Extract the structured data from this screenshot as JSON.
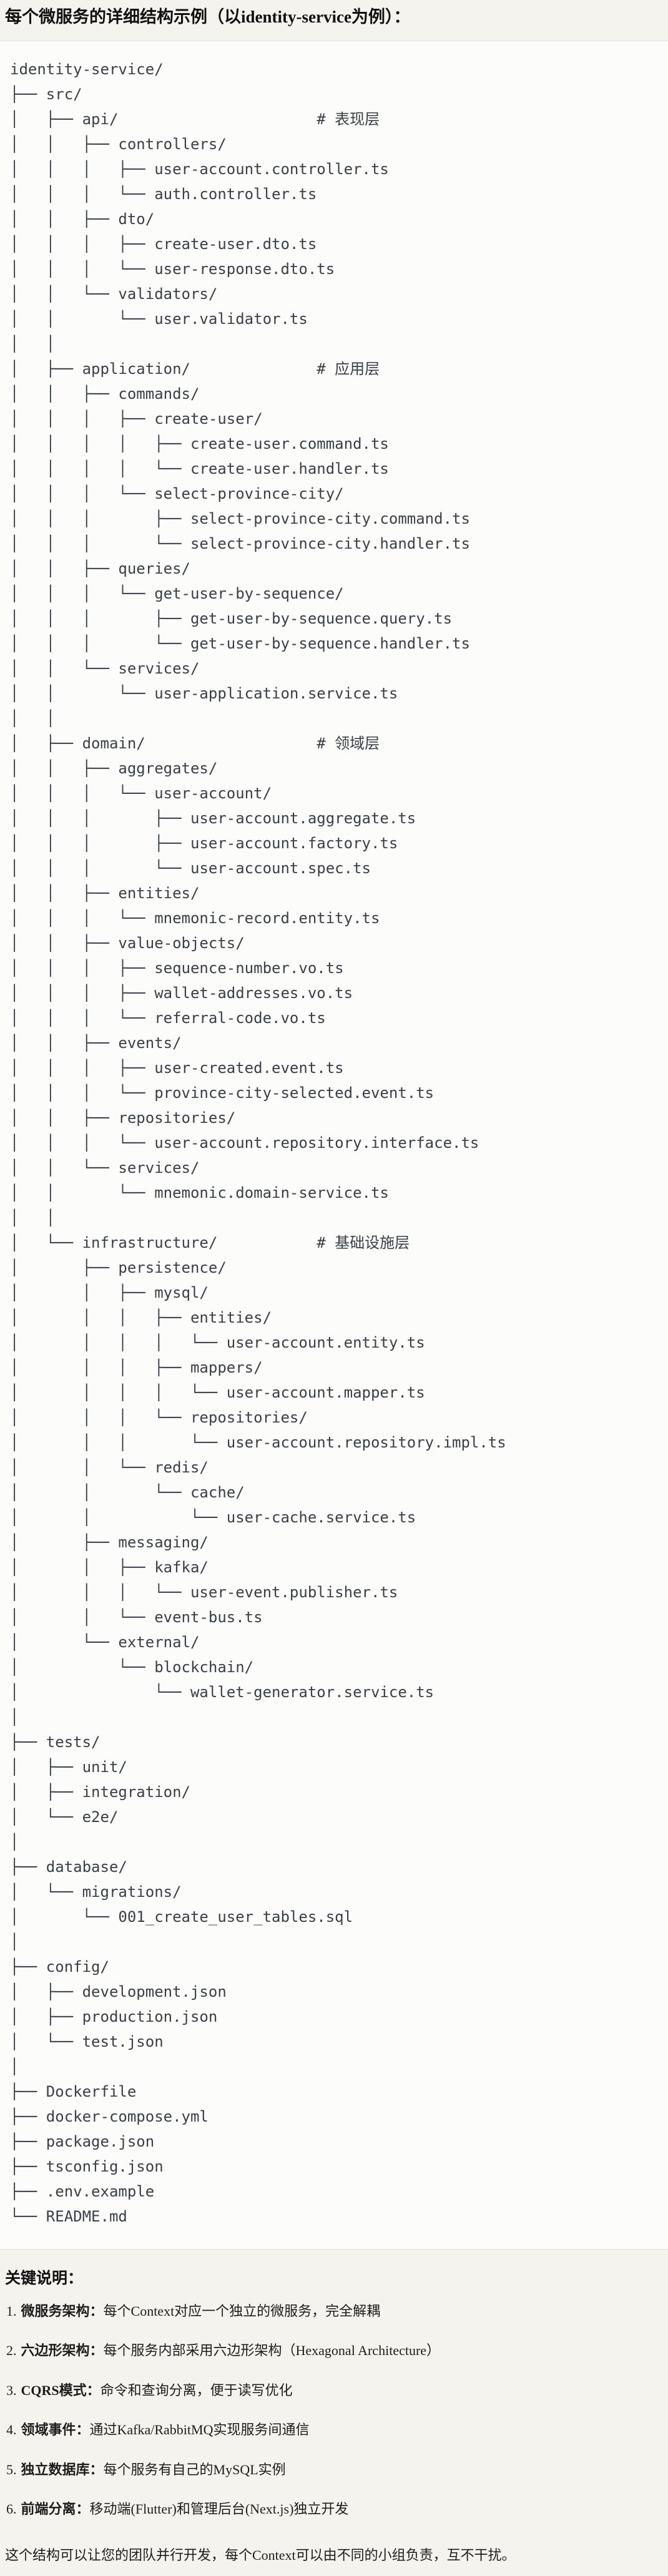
{
  "page": {
    "title": "每个微服务的详细结构示例（以identity-service为例）："
  },
  "code_block": {
    "lines": [
      "identity-service/",
      "├── src/",
      "│   ├── api/                      # 表现层",
      "│   │   ├── controllers/",
      "│   │   │   ├── user-account.controller.ts",
      "│   │   │   └── auth.controller.ts",
      "│   │   ├── dto/",
      "│   │   │   ├── create-user.dto.ts",
      "│   │   │   └── user-response.dto.ts",
      "│   │   └── validators/",
      "│   │       └── user.validator.ts",
      "│   │",
      "│   ├── application/              # 应用层",
      "│   │   ├── commands/",
      "│   │   │   ├── create-user/",
      "│   │   │   │   ├── create-user.command.ts",
      "│   │   │   │   └── create-user.handler.ts",
      "│   │   │   └── select-province-city/",
      "│   │   │       ├── select-province-city.command.ts",
      "│   │   │       └── select-province-city.handler.ts",
      "│   │   ├── queries/",
      "│   │   │   └── get-user-by-sequence/",
      "│   │   │       ├── get-user-by-sequence.query.ts",
      "│   │   │       └── get-user-by-sequence.handler.ts",
      "│   │   └── services/",
      "│   │       └── user-application.service.ts",
      "│   │",
      "│   ├── domain/                   # 领域层",
      "│   │   ├── aggregates/",
      "│   │   │   └── user-account/",
      "│   │   │       ├── user-account.aggregate.ts",
      "│   │   │       ├── user-account.factory.ts",
      "│   │   │       └── user-account.spec.ts",
      "│   │   ├── entities/",
      "│   │   │   └── mnemonic-record.entity.ts",
      "│   │   ├── value-objects/",
      "│   │   │   ├── sequence-number.vo.ts",
      "│   │   │   ├── wallet-addresses.vo.ts",
      "│   │   │   └── referral-code.vo.ts",
      "│   │   ├── events/",
      "│   │   │   ├── user-created.event.ts",
      "│   │   │   └── province-city-selected.event.ts",
      "│   │   ├── repositories/",
      "│   │   │   └── user-account.repository.interface.ts",
      "│   │   └── services/",
      "│   │       └── mnemonic.domain-service.ts",
      "│   │",
      "│   └── infrastructure/           # 基础设施层",
      "│       ├── persistence/",
      "│       │   ├── mysql/",
      "│       │   │   ├── entities/",
      "│       │   │   │   └── user-account.entity.ts",
      "│       │   │   ├── mappers/",
      "│       │   │   │   └── user-account.mapper.ts",
      "│       │   │   └── repositories/",
      "│       │   │       └── user-account.repository.impl.ts",
      "│       │   └── redis/",
      "│       │       └── cache/",
      "│       │           └── user-cache.service.ts",
      "│       ├── messaging/",
      "│       │   ├── kafka/",
      "│       │   │   └── user-event.publisher.ts",
      "│       │   └── event-bus.ts",
      "│       └── external/",
      "│           └── blockchain/",
      "│               └── wallet-generator.service.ts",
      "│",
      "├── tests/",
      "│   ├── unit/",
      "│   ├── integration/",
      "│   └── e2e/",
      "│",
      "├── database/",
      "│   └── migrations/",
      "│       └── 001_create_user_tables.sql",
      "│",
      "├── config/",
      "│   ├── development.json",
      "│   ├── production.json",
      "│   └── test.json",
      "│",
      "├── Dockerfile",
      "├── docker-compose.yml",
      "├── package.json",
      "├── tsconfig.json",
      "├── .env.example",
      "└── README.md"
    ]
  },
  "notes": {
    "heading": "关键说明：",
    "items": [
      {
        "num": "1.",
        "term": "微服务架构：",
        "desc": "每个Context对应一个独立的微服务，完全解耦"
      },
      {
        "num": "2.",
        "term": "六边形架构：",
        "desc": "每个服务内部采用六边形架构（Hexagonal Architecture）"
      },
      {
        "num": "3.",
        "term": "CQRS模式：",
        "desc": "命令和查询分离，便于读写优化"
      },
      {
        "num": "4.",
        "term": "领域事件：",
        "desc": "通过Kafka/RabbitMQ实现服务间通信"
      },
      {
        "num": "5.",
        "term": "独立数据库：",
        "desc": "每个服务有自己的MySQL实例"
      },
      {
        "num": "6.",
        "term": "前端分离：",
        "desc": "移动端(Flutter)和管理后台(Next.js)独立开发"
      }
    ],
    "footer": "这个结构可以让您的团队并行开发，每个Context可以由不同的小组负责，互不干扰。"
  },
  "colors": {
    "page_background": "#f5f3ee",
    "code_background": "#fcfcfb",
    "code_border": "#e2e1dc",
    "code_text": "#3a4047",
    "heading_text": "#111111"
  }
}
